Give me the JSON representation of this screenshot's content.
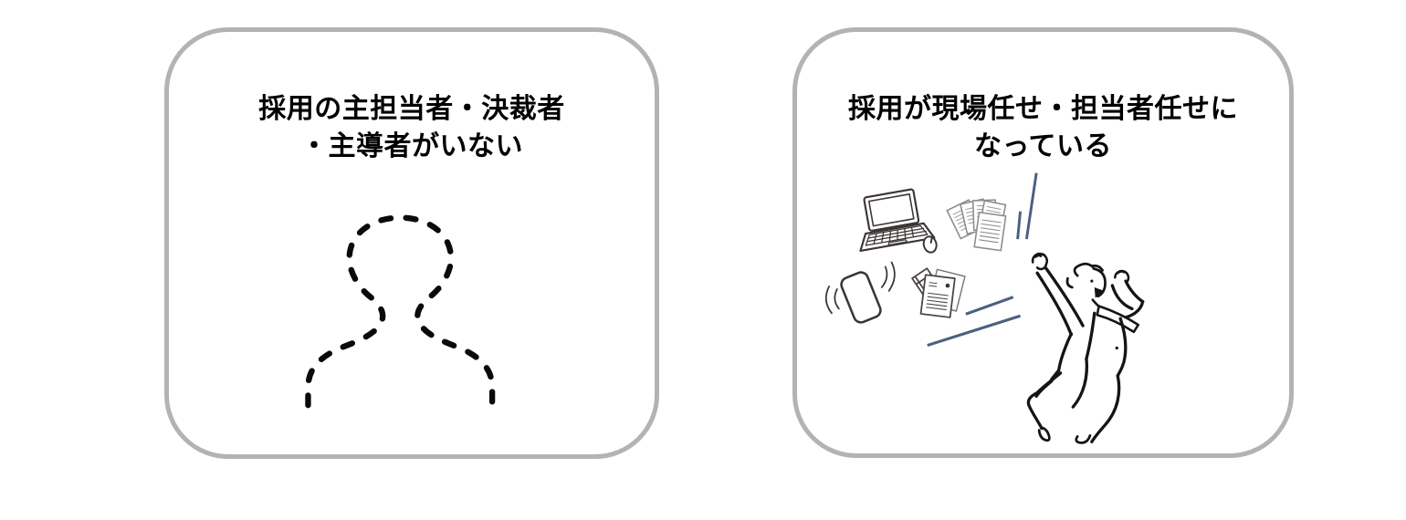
{
  "figure": {
    "description": "Two rounded panels illustrating recruiting problems",
    "background": "#ffffff"
  },
  "colors": {
    "card_border": "#b3b3b3",
    "title_text": "#000000",
    "silhouette_ink": "#0a0a0a",
    "illustration_ink": "#3b3534",
    "person_ink": "#151515",
    "paper_outline": "#8c8c8c",
    "speed_line": "#4a5f82"
  },
  "cards": [
    {
      "id": "no-recruiting-leader",
      "title_line1": "採用の主担当者・決裁者",
      "title_line2": "・主導者がいない",
      "illustration": "dashed-person-silhouette"
    },
    {
      "id": "recruiting-left-to-field",
      "title_line1": "採用が現場任せ・担当者任せに",
      "title_line2": "なっている",
      "illustration": "office-items-and-jumping-person",
      "illustration_parts": [
        "laptop-icon",
        "computer-mouse-icon",
        "document-fan-icon",
        "smartphone-vibrating-icon",
        "envelope-stack-icon",
        "speed-lines",
        "jumping-businessman-icon"
      ]
    }
  ]
}
